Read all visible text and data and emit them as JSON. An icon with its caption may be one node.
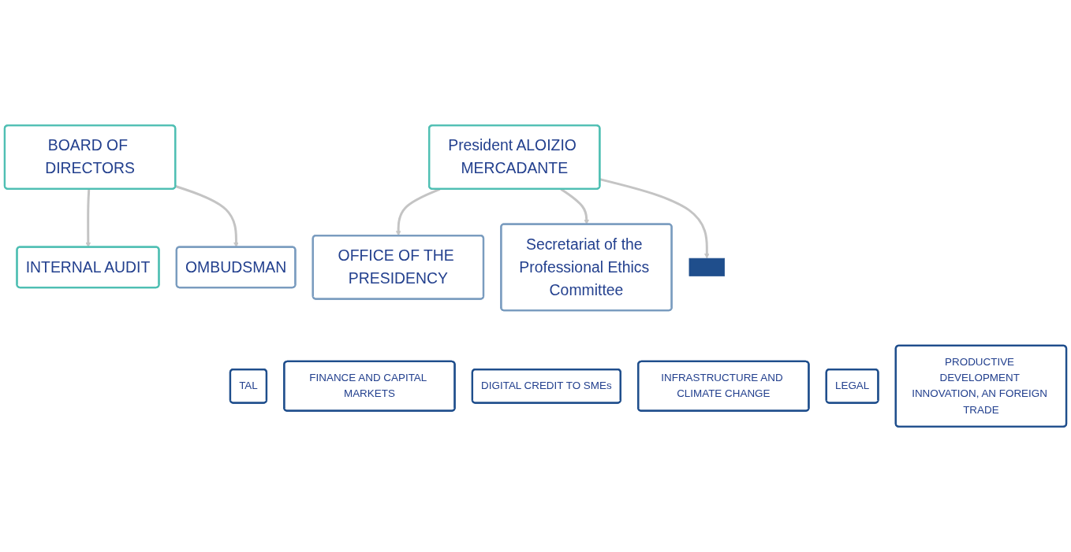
{
  "diagram": {
    "nodes": [
      {
        "text": [
          "INTERNAL AUDIT"
        ]
      },
      {
        "text": [
          "BOARD OF DIRECTORS"
        ]
      },
      {
        "text": [
          "OMBUDSMAN"
        ]
      },
      {
        "text": [
          "OFFICE OF THE PRESIDENCY"
        ]
      },
      {
        "text": [
          "President ALOIZIO MERCADANTE"
        ]
      },
      {
        "text": [
          "Secretariat of the Professional Ethics Committee"
        ]
      },
      {
        "text": [],
        "shape": "bar"
      },
      {
        "text": [
          "TAL"
        ]
      },
      {
        "text": [
          "FINANCE AND CAPITAL MARKETS"
        ]
      },
      {
        "text": [
          "DIGITAL CREDIT TO SMEs"
        ]
      },
      {
        "text": [
          "INFRASTRUCTURE AND CLIMATE CHANGE"
        ]
      },
      {
        "text": [
          "LEGAL"
        ]
      },
      {
        "text": [
          "PRODUCTIVE DEVELOPMENT INNOVATION, AN FOREIGN TRADE"
        ]
      }
    ],
    "edges": [
      {
        "from": 1,
        "to": 0,
        "arrow": "to"
      },
      {
        "from": 1,
        "to": 2,
        "arrow": "to"
      },
      {
        "from": 4,
        "to": 3,
        "arrow": "to"
      },
      {
        "from": 4,
        "to": 5,
        "arrow": "to"
      },
      {
        "from": 4,
        "to": 6,
        "arrow": "to"
      }
    ]
  }
}
